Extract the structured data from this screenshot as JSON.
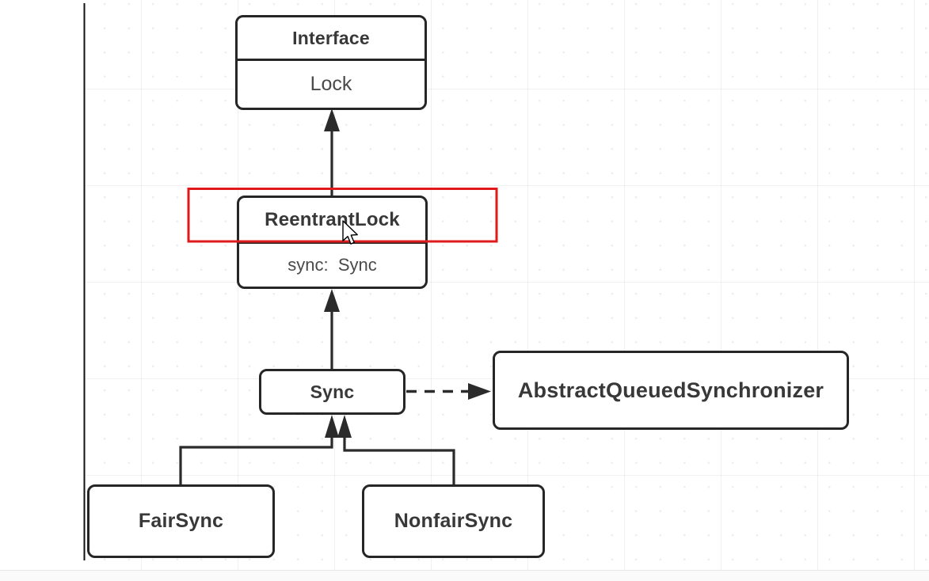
{
  "diagram": {
    "nodes": {
      "lock": {
        "stereotype": "Interface",
        "name": "Lock"
      },
      "reentrant_lock": {
        "name": "ReentrantLock",
        "attribute": "sync:  Sync"
      },
      "sync": {
        "name": "Sync"
      },
      "aqs": {
        "name": "AbstractQueuedSynchronizer"
      },
      "fair_sync": {
        "name": "FairSync"
      },
      "nonfair_sync": {
        "name": "NonfairSync"
      }
    },
    "edges": [
      {
        "from": "ReentrantLock",
        "to": "Lock",
        "style": "solid-arrow-up"
      },
      {
        "from": "Sync",
        "to": "ReentrantLock",
        "style": "solid-arrow-up"
      },
      {
        "from": "FairSync",
        "to": "Sync",
        "style": "solid-elbow-arrow-up"
      },
      {
        "from": "NonfairSync",
        "to": "Sync",
        "style": "solid-elbow-arrow-up"
      },
      {
        "from": "Sync",
        "to": "AbstractQueuedSynchronizer",
        "style": "dashed-arrow-right"
      }
    ],
    "colors": {
      "box_border": "#262626",
      "connector": "#2b2b2b",
      "text": "#383838",
      "secondary_text": "#4a4a4a",
      "highlight_red": "#e01a1a",
      "canvas": "#ffffff"
    }
  }
}
